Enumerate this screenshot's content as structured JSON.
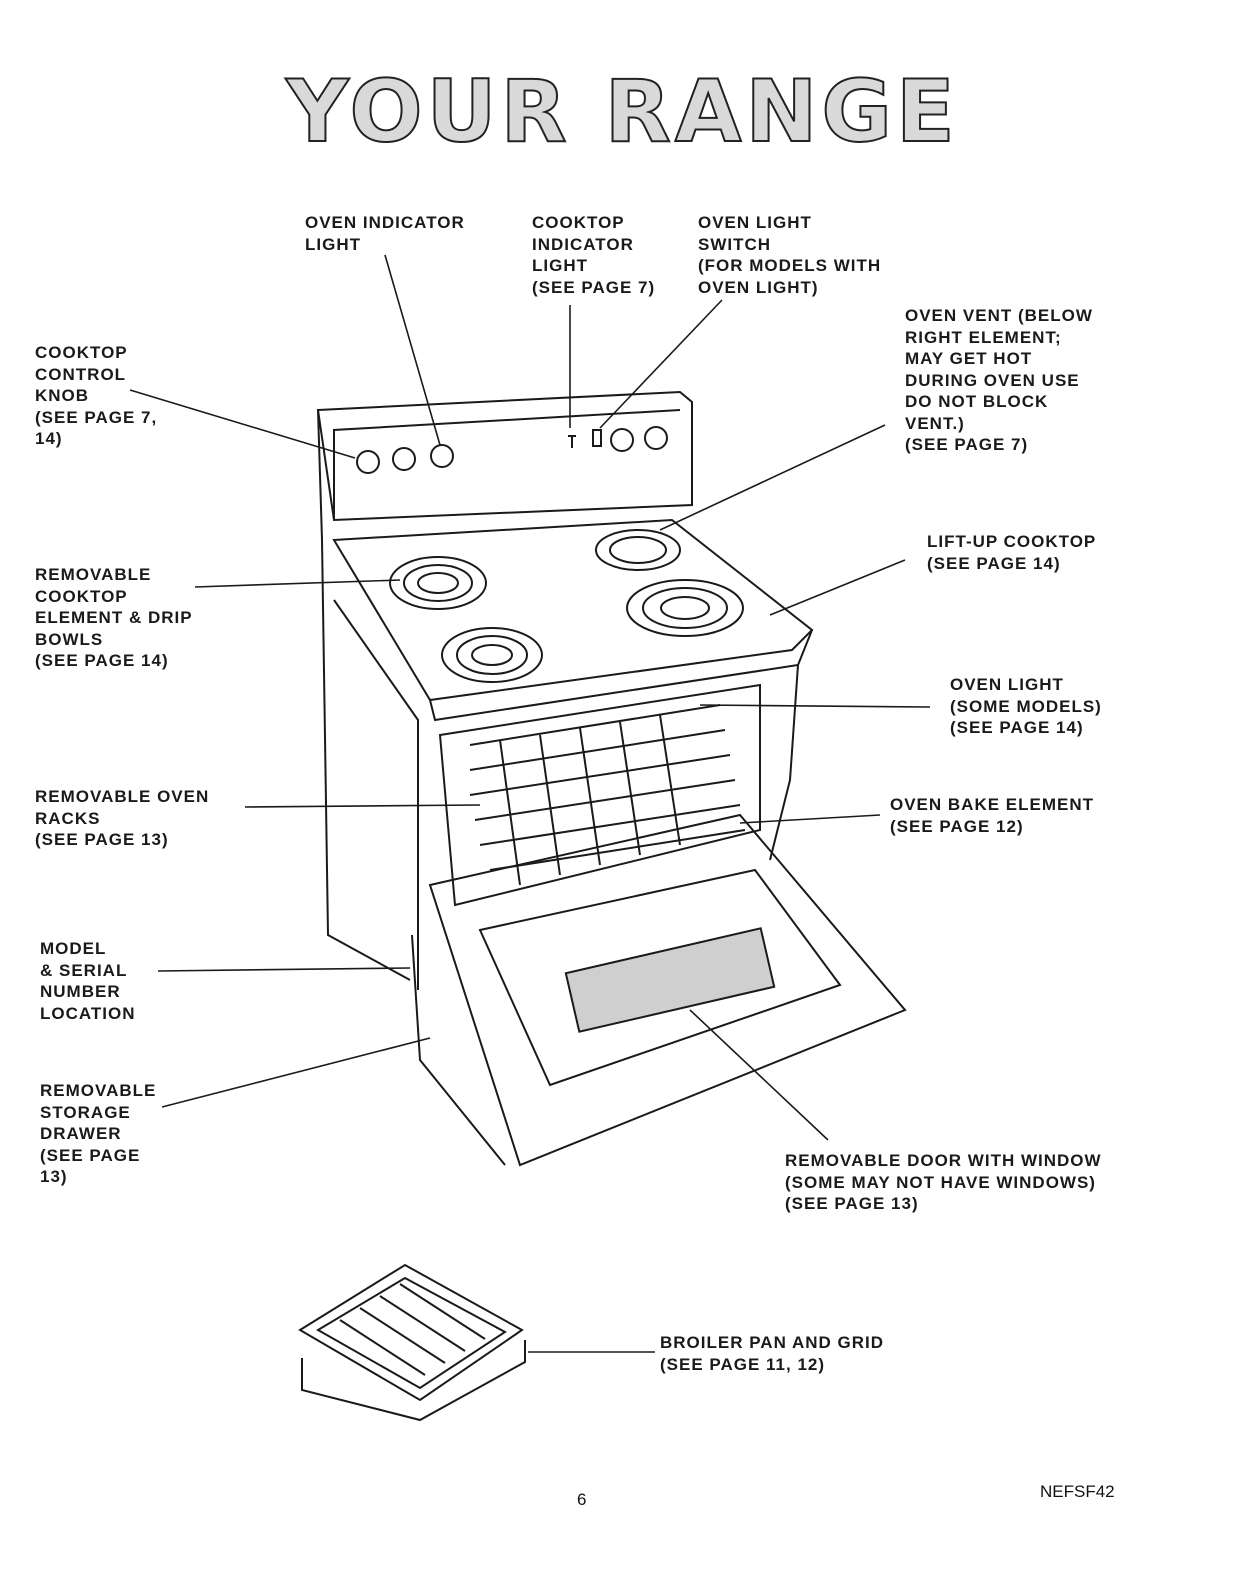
{
  "title": "YOUR RANGE",
  "labels": {
    "oven_indicator_light": [
      "OVEN INDICATOR",
      "LIGHT"
    ],
    "cooktop_indicator_light": [
      "COOKTOP",
      "INDICATOR",
      "LIGHT",
      "(SEE PAGE 7)"
    ],
    "oven_light_switch": [
      "OVEN LIGHT",
      "SWITCH",
      "(FOR MODELS WITH",
      "OVEN LIGHT)"
    ],
    "oven_vent": [
      "OVEN VENT (BELOW",
      "RIGHT ELEMENT;",
      "MAY GET HOT",
      "DURING OVEN USE",
      "DO NOT BLOCK",
      "VENT.)",
      "(SEE PAGE 7)"
    ],
    "cooktop_control_knob": [
      "COOKTOP",
      "CONTROL",
      "KNOB",
      "(SEE PAGE 7,",
      "14)"
    ],
    "removable_cooktop_element": [
      "REMOVABLE",
      "COOKTOP",
      "ELEMENT & DRIP",
      "BOWLS",
      "(SEE PAGE 14)"
    ],
    "lift_up_cooktop": [
      "LIFT-UP COOKTOP",
      "(SEE PAGE 14)"
    ],
    "oven_light": [
      "OVEN LIGHT",
      "(SOME MODELS)",
      "(SEE PAGE 14)"
    ],
    "removable_oven_racks": [
      "REMOVABLE OVEN",
      "RACKS",
      "(SEE PAGE 13)"
    ],
    "oven_bake_element": [
      "OVEN BAKE ELEMENT",
      "(SEE PAGE 12)"
    ],
    "model_serial_location": [
      "MODEL",
      "& SERIAL",
      "NUMBER",
      "LOCATION"
    ],
    "removable_storage_drawer": [
      "REMOVABLE",
      "STORAGE",
      "DRAWER",
      "(SEE PAGE",
      "13)"
    ],
    "removable_door": [
      "REMOVABLE DOOR WITH WINDOW",
      "(SOME MAY NOT HAVE WINDOWS)",
      "(SEE PAGE 13)"
    ],
    "broiler_pan": [
      "BROILER PAN AND GRID",
      "(SEE PAGE 11, 12)"
    ]
  },
  "page_number": "6",
  "doc_code": "NEFSF42"
}
